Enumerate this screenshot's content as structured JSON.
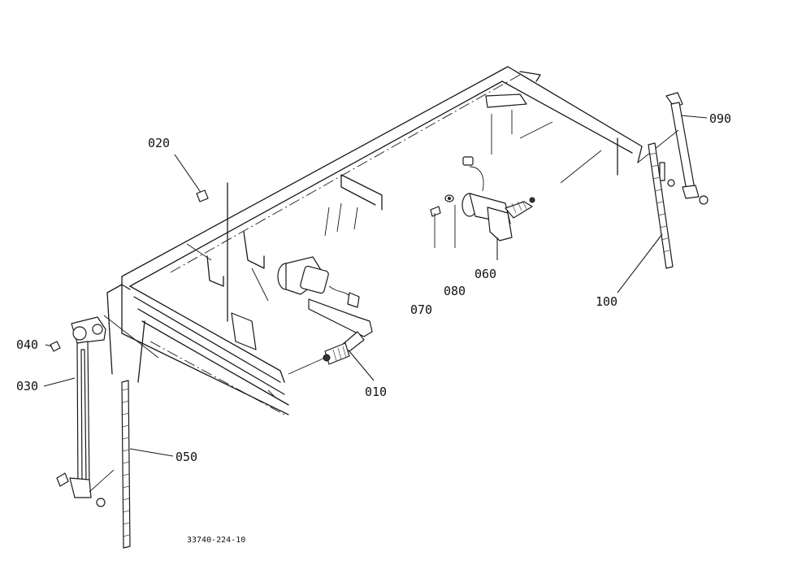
{
  "labels": {
    "p010": "010",
    "p020": "020",
    "p030": "030",
    "p040": "040",
    "p050": "050",
    "p060": "060",
    "p070": "070",
    "p080": "080",
    "p090": "090",
    "p100": "100"
  },
  "drawing_code": "33740-224-10"
}
